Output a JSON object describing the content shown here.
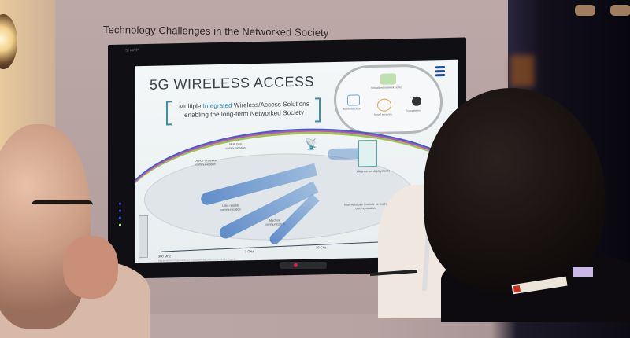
{
  "scene": {
    "description": "Photo of a presentation display at a technology exhibit booth",
    "wall_heading": "Technology Challenges in the Networked Society"
  },
  "display": {
    "brand": "SHARP",
    "slide": {
      "title": "5G WIRELESS ACCESS",
      "subtitle_line1_a": "Multiple ",
      "subtitle_line1_highlight": "Integrated",
      "subtitle_line1_b": " Wireless/Access Solutions",
      "subtitle_line2": "enabling the long-term Networked Society",
      "cloud_labels": [
        "Virtualized network nodes",
        "Business cloud",
        "Novel services",
        "Ecosystems"
      ],
      "diagram_labels": {
        "d2d": "Device-to-device communication",
        "multihop": "Multi-hop communication",
        "ultra_reliable": "Ultra-reliable communication",
        "machine": "Machine communication",
        "ultra_dense": "Ultra-dense deployments",
        "vehicular": "Inter-vehicular / vehicle-to-roads communication"
      },
      "frequency_axis": [
        "300 MHz",
        "3 GHz",
        "30 GHz"
      ],
      "footer": "Mobile World Congress 2015 | © Ericsson AB 2015 | 2015-03-01 | Page 3",
      "colors": {
        "title": "#3d4347",
        "highlight": "#2f87b5",
        "beam": "#4a7ec4",
        "logo": "#1c4da0"
      }
    }
  }
}
